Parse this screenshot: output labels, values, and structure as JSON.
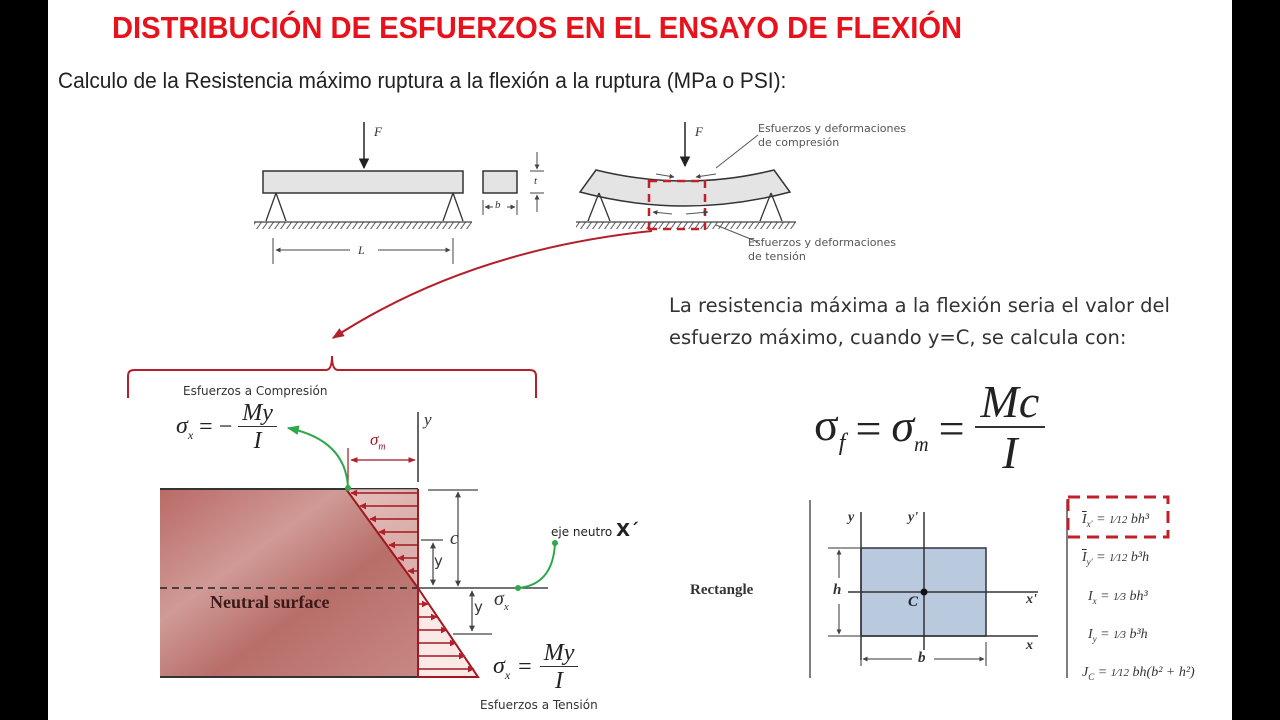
{
  "slide": {
    "title": "DISTRIBUCIÓN DE ESFUERZOS EN EL ENSAYO DE FLEXIÓN",
    "subtitle": "Calculo de la Resistencia máximo ruptura a la flexión a la ruptura (MPa o PSI):",
    "explanation_line1": "La resistencia máxima a la flexión seria el valor del",
    "explanation_line2": "esfuerzo máximo, cuando y=C, se calcula con:"
  },
  "beam_diagram": {
    "force_label": "F",
    "length_label": "L",
    "width_label": "b",
    "thickness_label": "t",
    "compression_note_line1": "Esfuerzos y deformaciones",
    "compression_note_line2": "de compresión",
    "tension_note_line1": "Esfuerzos y deformaciones",
    "tension_note_line2": "de tensión"
  },
  "stress_distribution": {
    "compression_label": "Esfuerzos a Compresión",
    "tension_label": "Esfuerzos a Tensión",
    "neutral_surface_label": "Neutral surface",
    "neutral_axis_label": "eje neutro",
    "neutral_axis_symbol": "X´",
    "sigma_m": "σm",
    "y_axis": "y",
    "c_label": "c",
    "y_label": "y",
    "sigma_x": "σx",
    "compression_formula": "σx = − My / I",
    "tension_formula": "σx = My / I"
  },
  "main_formula": {
    "lhs": "σf",
    "mid": "σm",
    "numerator": "Mc",
    "denominator": "I"
  },
  "rectangle_table": {
    "shape_label": "Rectangle",
    "axis_y": "y",
    "axis_y_prime": "y'",
    "axis_x": "x",
    "axis_x_prime": "x'",
    "centroid": "C",
    "height": "h",
    "base": "b",
    "formulas": [
      {
        "lhs": "Īx'",
        "rhs": "1/12 bh³",
        "highlighted": true
      },
      {
        "lhs": "Īy'",
        "rhs": "1/12 b³h",
        "highlighted": false
      },
      {
        "lhs": "Ix",
        "rhs": "1/3 bh³",
        "highlighted": false
      },
      {
        "lhs": "Iy",
        "rhs": "1/3 b³h",
        "highlighted": false
      },
      {
        "lhs": "JC",
        "rhs": "1/12 bh(b² + h²)",
        "highlighted": false
      }
    ]
  },
  "colors": {
    "title_red": "#e8121c",
    "annotation_red": "#b3202a",
    "green_arrow": "#2ea84a",
    "section_fill": "#c47c78",
    "rect_fill": "#b9c9de",
    "letterbox": "#000000"
  }
}
